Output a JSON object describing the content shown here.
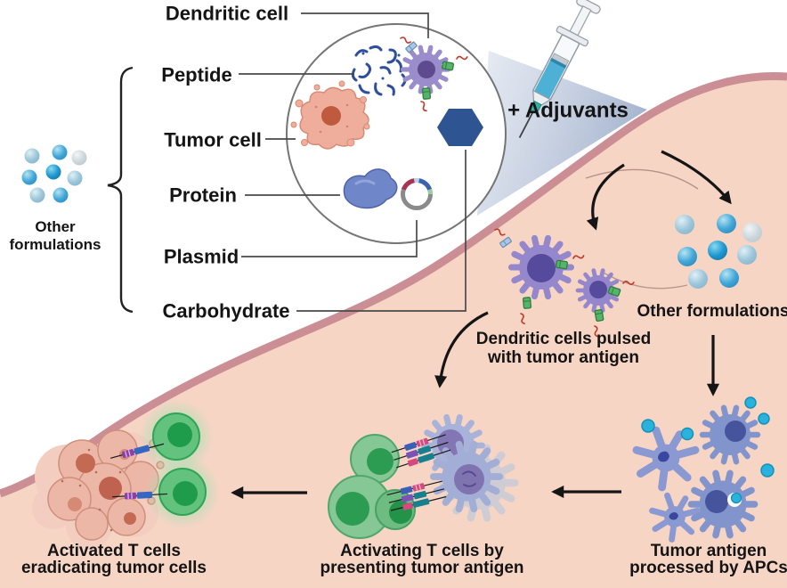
{
  "figure": {
    "legend": {
      "labels": [
        "Dendritic cell",
        "Peptide",
        "Tumor cell",
        "Protein",
        "Plasmid",
        "Carbohydrate"
      ],
      "other": {
        "line1": "Other",
        "line2": "formulations"
      }
    },
    "injection": {
      "adjuvants": "+ Adjuvants"
    },
    "steps": {
      "dc_pulsed": {
        "line1": "Dendritic cells pulsed",
        "line2": "with tumor antigen"
      },
      "other_formulations": "Other formulations",
      "apc": {
        "line1": "Tumor antigen",
        "line2": "processed by APCs"
      },
      "activating": {
        "line1": "Activating T cells by",
        "line2": "presenting tumor antigen"
      },
      "eradicating": {
        "line1": "Activated T cells",
        "line2": "eradicating tumor cells"
      }
    },
    "colors": {
      "skin": "#f7d5c5",
      "skin_border": "#cb8e94",
      "wedge_blue": "#aebfd8",
      "dendritic_purple": "#9487cb",
      "nucleus_purple": "#564a9c",
      "apc_blue": "#8294cc",
      "t_cell_green": "#8ccb9b",
      "t_cell_nucleus": "#2f9e55",
      "antigen_cyan": "#29b3dc",
      "formulation_blue": "#3ea5d8",
      "carbohydrate_hexagon": "#2e5591",
      "peptide_blue": "#2d4f9e",
      "tumor_pink": "#efad9a"
    }
  }
}
